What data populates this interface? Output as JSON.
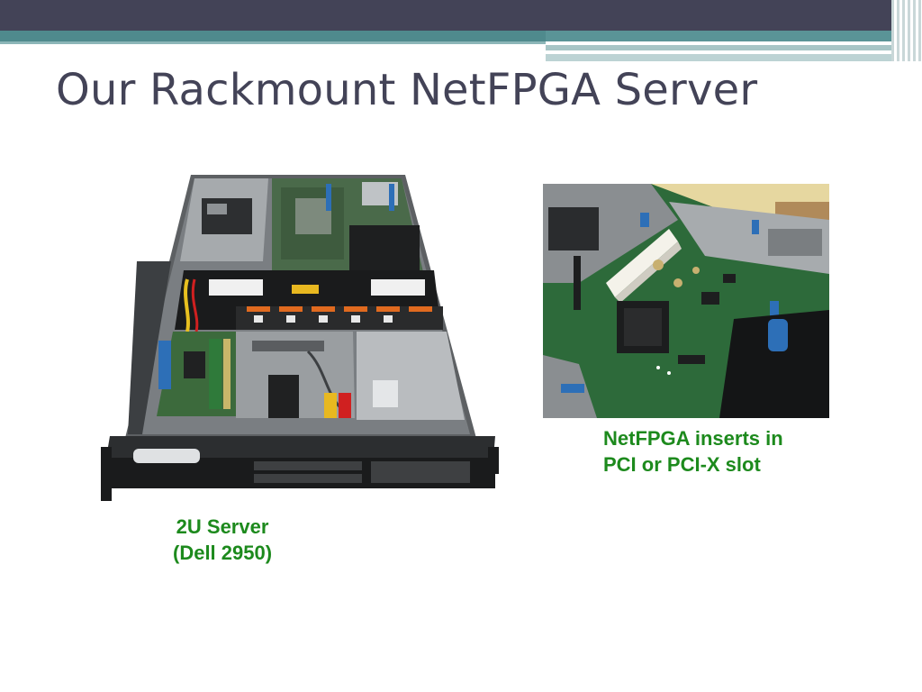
{
  "slide": {
    "title": "Our Rackmount NetFPGA Server"
  },
  "images": {
    "server": {
      "caption_lines": [
        "2U Server",
        "(Dell 2950)"
      ]
    },
    "pci_slot": {
      "caption_lines": [
        "NetFPGA inserts in",
        "PCI or PCI-X slot"
      ]
    }
  },
  "colors": {
    "title_text": "#434357",
    "caption_text": "#1d8a1d",
    "header_dark": "#434357",
    "header_teal": "#4f8a8d"
  }
}
